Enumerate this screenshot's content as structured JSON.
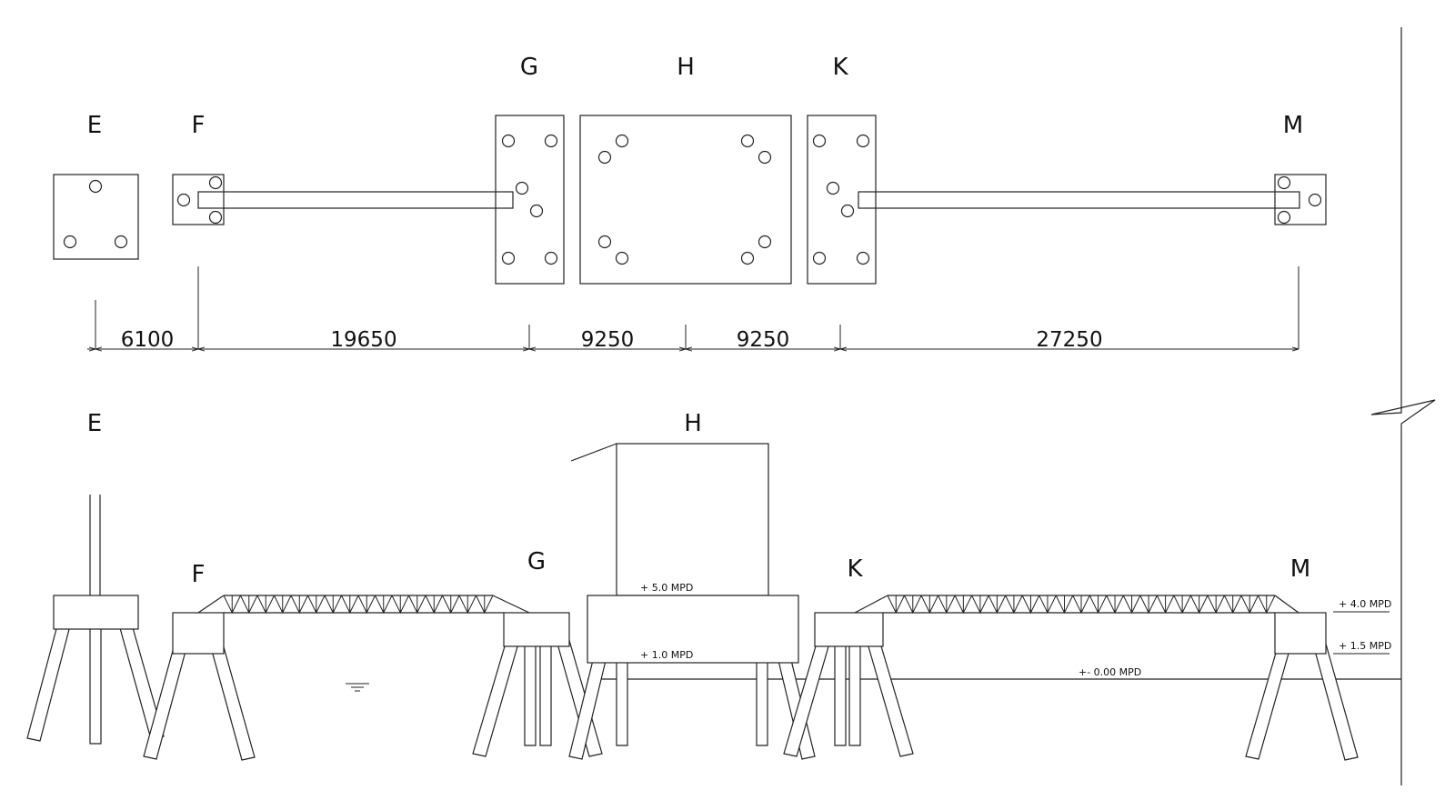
{
  "plan": {
    "labels": {
      "E": "E",
      "F": "F",
      "G": "G",
      "H": "H",
      "K": "K",
      "M": "M"
    },
    "dimensions": [
      "6100",
      "19650",
      "9250",
      "9250",
      "27250"
    ]
  },
  "elevation": {
    "labels": {
      "E": "E",
      "F": "F",
      "G": "G",
      "H": "H",
      "K": "K",
      "M": "M"
    },
    "levels": {
      "h_top": "+ 5.0 MPD",
      "h_base": "+ 1.0 MPD",
      "m_top": "+ 4.0 MPD",
      "m_base": "+ 1.5 MPD",
      "ground": "+- 0.00 MPD"
    }
  }
}
